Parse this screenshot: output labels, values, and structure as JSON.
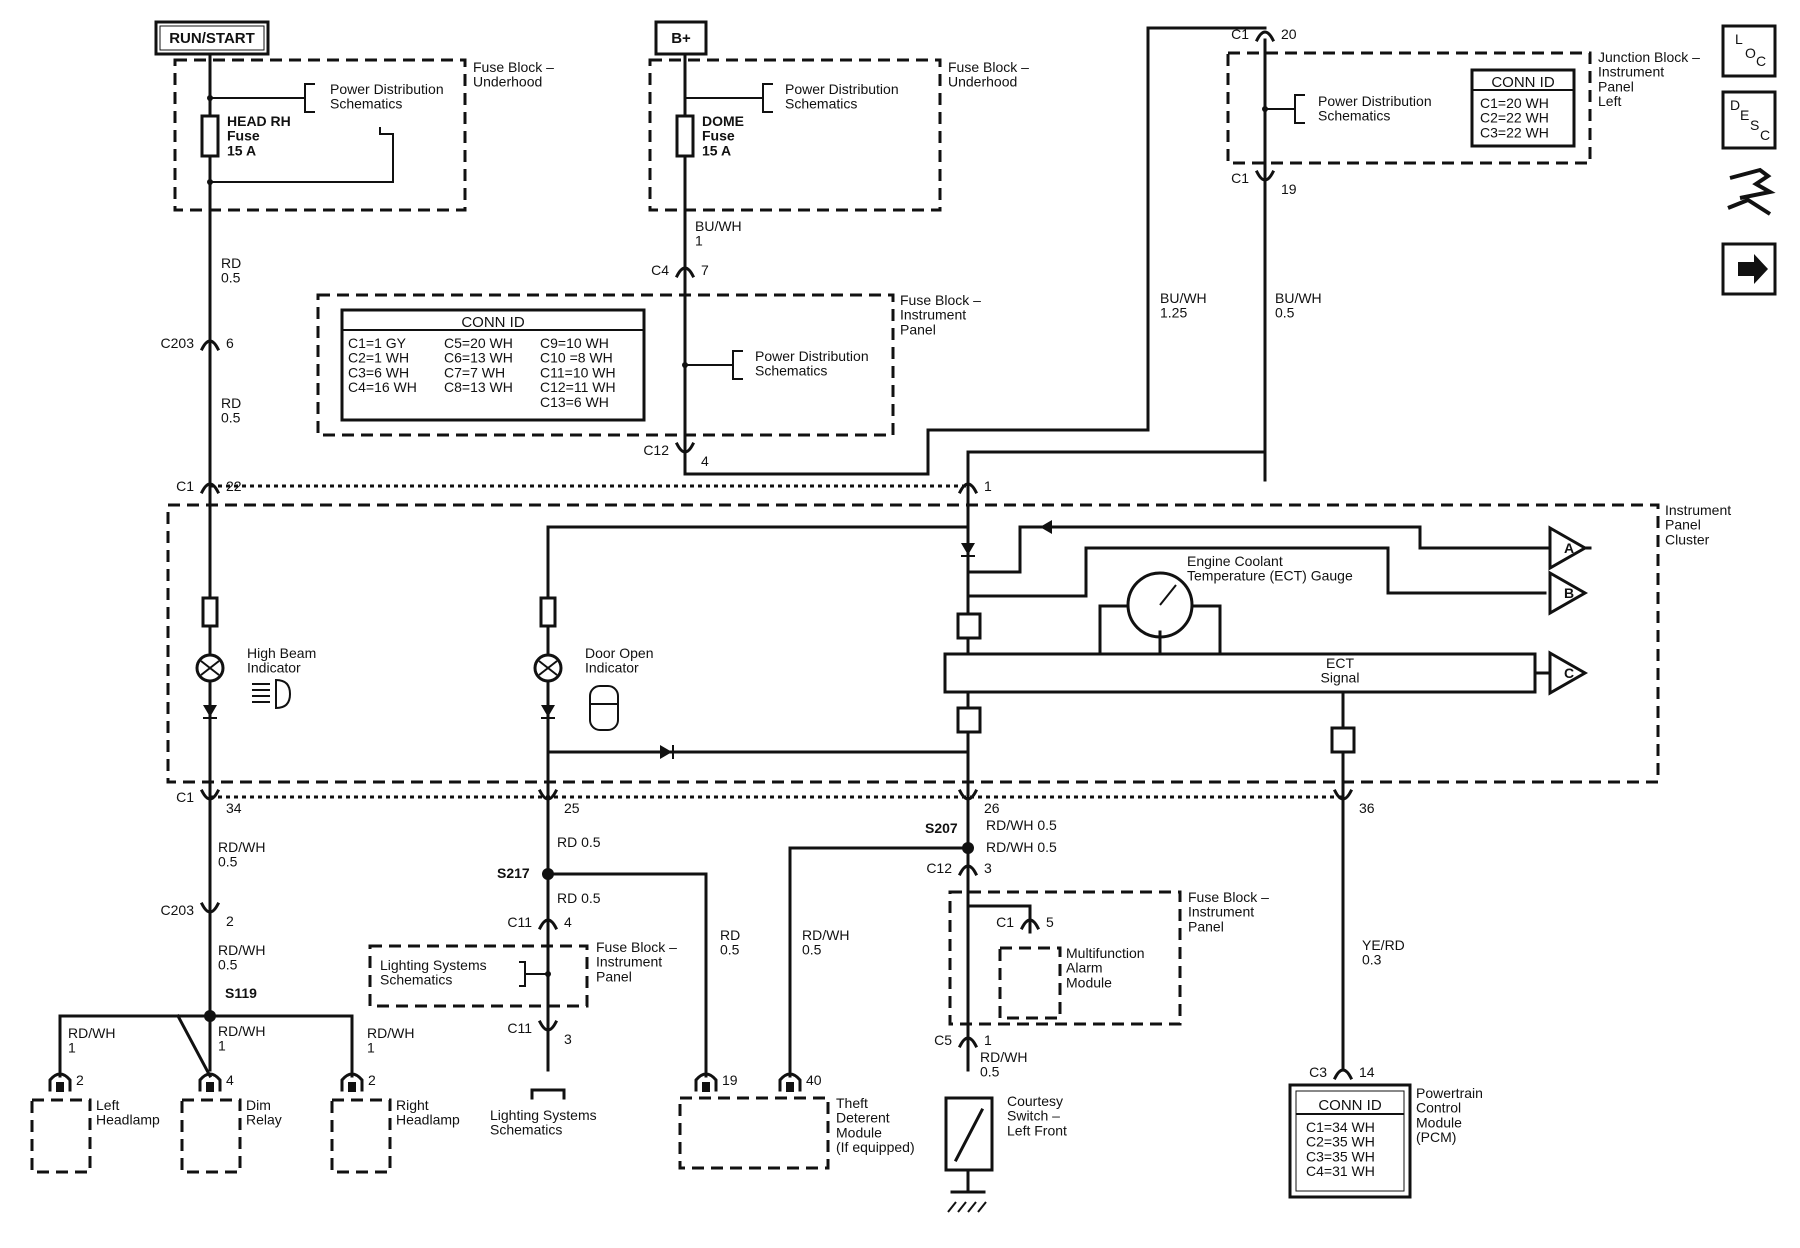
{
  "power": {
    "run_start": "RUN/START",
    "bplus": "B+"
  },
  "fuse_head": {
    "label": "Fuse Block –\nUnderhood",
    "pds": "Power Distribution\nSchematics",
    "fuse": "HEAD RH\nFuse\n15 A"
  },
  "fuse_dome": {
    "label": "Fuse Block –\nUnderhood",
    "pds": "Power Distribution\nSchematics",
    "fuse": "DOME\nFuse\n15 A"
  },
  "junction": {
    "label": "Junction Block –\nInstrument\nPanel\nLeft",
    "pds": "Power Distribution\nSchematics",
    "conn_title": "CONN ID",
    "conn": [
      "C1=20 WH",
      "C2=22 WH",
      "C3=22 WH"
    ]
  },
  "fuse_ip": {
    "label": "Fuse Block –\nInstrument\nPanel",
    "pds": "Power Distribution\nSchematics",
    "conn_title": "CONN ID",
    "conn_col1": [
      "C1=1 GY",
      "C2=1 WH",
      "C3=6 WH",
      "C4=16 WH"
    ],
    "conn_col2": [
      "C5=20 WH",
      "C6=13 WH",
      "C7=7 WH",
      "C8=13 WH"
    ],
    "conn_col3": [
      "C9=10 WH",
      "C10 =8 WH",
      "C11=10 WH",
      "C12=11 WH",
      "C13=6 WH"
    ]
  },
  "wires": {
    "rd05_a": "RD\n0.5",
    "rd05_b": "RD\n0.5",
    "buwh1": "BU/WH\n1",
    "buwh125": "BU/WH\n1.25",
    "buwh05": "BU/WH\n0.5",
    "rdwh05_a": "RD/WH\n0.5",
    "rdwh05_b": "RD/WH\n0.5",
    "rd_05_c": "RD 0.5",
    "rd_05_d": "RD 0.5",
    "rd05_e": "RD\n0.5",
    "rdwh05_c": "RD/WH\n0.5",
    "rdwh_05_d": "RD/WH 0.5",
    "rdwh_05_e": "RD/WH 0.5",
    "rdwh05_f": "RD/WH\n0.5",
    "yerd03": "YE/RD\n0.3",
    "rdwh1_a": "RD/WH\n1",
    "rdwh1_b": "RD/WH\n1",
    "rdwh1_c": "RD/WH\n1"
  },
  "connectors": {
    "c1_20": [
      "C1",
      "20"
    ],
    "c1_19": [
      "C1",
      "19"
    ],
    "c203_6": [
      "C203",
      "6"
    ],
    "c4_7": [
      "C4",
      "7"
    ],
    "c12_4": [
      "C12",
      "4"
    ],
    "c1_22": [
      "C1",
      "22"
    ],
    "c1_1": [
      "",
      "1"
    ],
    "c1_34": [
      "C1",
      "34"
    ],
    "c1_25": [
      "",
      "25"
    ],
    "c1_26": [
      "",
      "26"
    ],
    "c1_36": [
      "",
      "36"
    ],
    "c203_2": [
      "C203",
      "2"
    ],
    "c11_4": [
      "C11",
      "4"
    ],
    "c11_3": [
      "C11",
      "3"
    ],
    "c12_3": [
      "C12",
      "3"
    ],
    "c1_5": [
      "C1",
      "5"
    ],
    "c5_1": [
      "C5",
      "1"
    ],
    "c3_14": [
      "C3",
      "14"
    ],
    "p2a": [
      "",
      "2"
    ],
    "p4": [
      "",
      "4"
    ],
    "p2b": [
      "",
      "2"
    ],
    "p19": [
      "",
      "19"
    ],
    "p40": [
      "",
      "40"
    ]
  },
  "splices": {
    "s207": "S207",
    "s217": "S217",
    "s119": "S119"
  },
  "cluster": {
    "label": "Instrument\nPanel\nCluster",
    "high_beam": "High Beam\nIndicator",
    "door_open": "Door Open\nIndicator",
    "ect_gauge": "Engine Coolant\nTemperature (ECT) Gauge",
    "ect_signal": "ECT\nSignal",
    "refs": [
      "A",
      "B",
      "C"
    ]
  },
  "components": {
    "left_headlamp": "Left\nHeadlamp",
    "dim_relay": "Dim\nRelay",
    "right_headlamp": "Right\nHeadlamp",
    "lighting_pds": "Lighting Systems\nSchematics",
    "lighting_bottom": "Lighting Systems\nSchematics",
    "fuse_ip2": "Fuse Block –\nInstrument\nPanel",
    "theft": "Theft\nDeterent\nModule\n(If equipped)",
    "fuse_ip3": "Fuse Block –\nInstrument\nPanel",
    "alarm": "Multifunction\nAlarm\nModule",
    "courtesy": "Courtesy\nSwitch –\nLeft Front",
    "pcm": "Powertrain\nControl\nModule\n(PCM)",
    "pcm_conn_title": "CONN ID",
    "pcm_conn": [
      "C1=34 WH",
      "C2=35 WH",
      "C3=35 WH",
      "C4=31 WH"
    ]
  },
  "nav": {
    "loc": [
      "L",
      "O",
      "C"
    ],
    "desc": [
      "D",
      "E",
      "S",
      "C"
    ],
    "icons": [
      "loc-icon",
      "desc-icon",
      "harness-icon",
      "next-arrow-icon"
    ]
  }
}
